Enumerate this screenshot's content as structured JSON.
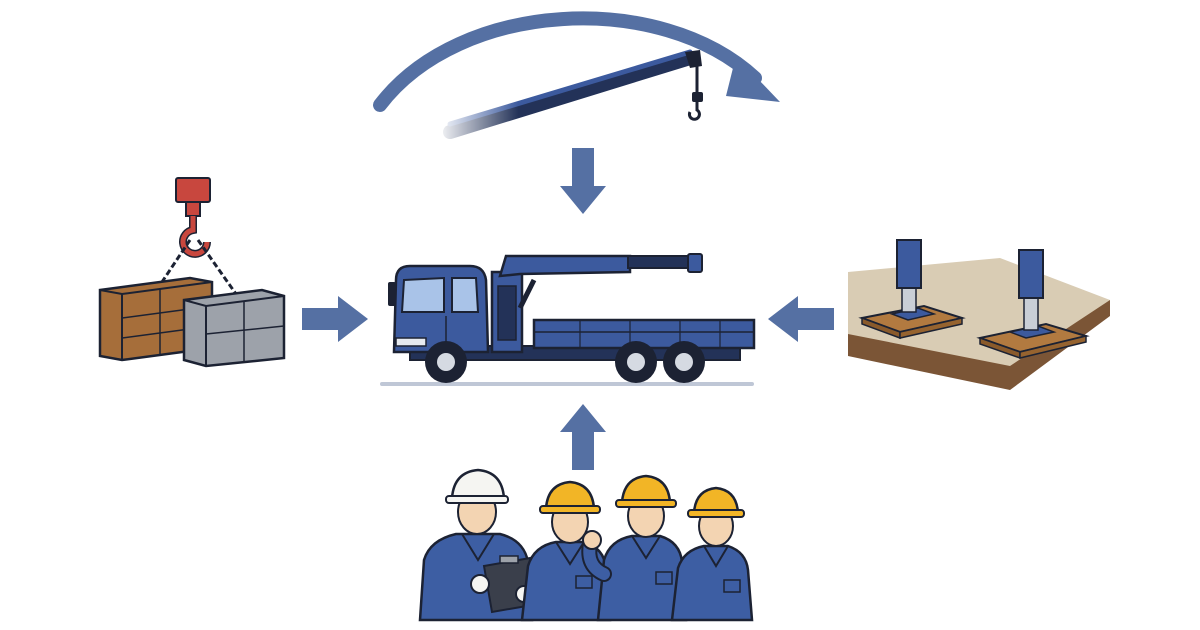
{
  "palette": {
    "arrow": "#5570A3",
    "truck_blue": "#3C5A9E",
    "truck_dark": "#233258",
    "outline": "#1C2233",
    "hook_red": "#C8473E",
    "wood_box": "#A66E3A",
    "stone_box": "#9DA2AA",
    "soil": "#7B5536",
    "gravel": "#D9CCB4",
    "plate_wood": "#B27A40",
    "helmet_white": "#F5F5F2",
    "helmet_yellow": "#F2B526",
    "worker_blue": "#3D5EA3",
    "skin": "#F3D4B2"
  },
  "nodes": [
    {
      "id": "crane-truck",
      "icon": "crane-truck-icon",
      "role": "center"
    },
    {
      "id": "crane-boom",
      "icon": "boom-icon",
      "role": "top"
    },
    {
      "id": "suspended-load",
      "icon": "hook-load-icon",
      "role": "left"
    },
    {
      "id": "outrigger-foundation",
      "icon": "outrigger-pads-icon",
      "role": "right"
    },
    {
      "id": "work-crew",
      "icon": "workers-icon",
      "role": "bottom"
    }
  ],
  "connections": [
    {
      "from": "crane-boom",
      "to": "crane-truck",
      "direction": "down"
    },
    {
      "from": "suspended-load",
      "to": "crane-truck",
      "direction": "right"
    },
    {
      "from": "outrigger-foundation",
      "to": "crane-truck",
      "direction": "left"
    },
    {
      "from": "work-crew",
      "to": "crane-truck",
      "direction": "up"
    }
  ]
}
